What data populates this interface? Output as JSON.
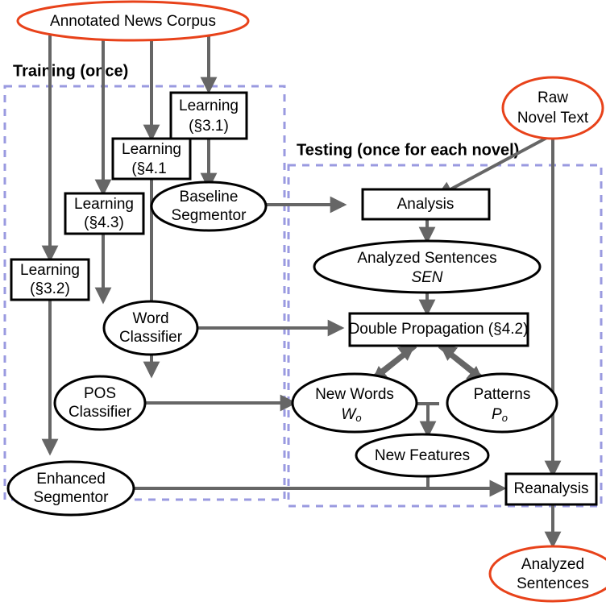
{
  "diagram": {
    "title": "Training and Testing pipeline flowchart",
    "colors": {
      "accent_ellipse_stroke": "#E8421A",
      "region_dash_stroke": "#9A9AE0",
      "edge_stroke": "#666666",
      "node_stroke": "#000000",
      "background": "#FFFFFF"
    },
    "regions": [
      {
        "id": "training",
        "label": "Training (once)"
      },
      {
        "id": "testing",
        "label": "Testing (once for each novel)"
      }
    ],
    "nodes": [
      {
        "id": "annotated-news-corpus",
        "shape": "ellipse",
        "style": "accent",
        "line1": "Annotated News Corpus",
        "line2": ""
      },
      {
        "id": "raw-novel-text",
        "shape": "ellipse",
        "style": "accent",
        "line1": "Raw",
        "line2": "Novel Text"
      },
      {
        "id": "learning-3-1",
        "shape": "box",
        "style": "plain",
        "line1": "Learning",
        "line2": "(§3.1)"
      },
      {
        "id": "learning-4-1",
        "shape": "box",
        "style": "plain",
        "line1": "Learning",
        "line2": "(§4.1"
      },
      {
        "id": "learning-4-3",
        "shape": "box",
        "style": "plain",
        "line1": "Learning",
        "line2": "(§4.3)"
      },
      {
        "id": "learning-3-2",
        "shape": "box",
        "style": "plain",
        "line1": "Learning",
        "line2": "(§3.2)"
      },
      {
        "id": "baseline-segmentor",
        "shape": "ellipse",
        "style": "plain",
        "line1": "Baseline",
        "line2": "Segmentor"
      },
      {
        "id": "word-classifier",
        "shape": "ellipse",
        "style": "plain",
        "line1": "Word",
        "line2": "Classifier"
      },
      {
        "id": "pos-classifier",
        "shape": "ellipse",
        "style": "plain",
        "line1": "POS",
        "line2": "Classifier"
      },
      {
        "id": "enhanced-segmentor",
        "shape": "ellipse",
        "style": "plain",
        "line1": "Enhanced",
        "line2": "Segmentor"
      },
      {
        "id": "analysis",
        "shape": "box",
        "style": "plain",
        "line1": "Analysis",
        "line2": ""
      },
      {
        "id": "analyzed-sentences-sen",
        "shape": "ellipse",
        "style": "plain",
        "line1": "Analyzed Sentences",
        "line2": "SEN"
      },
      {
        "id": "double-propagation",
        "shape": "box",
        "style": "plain",
        "line1": "Double Propagation (§4.2)",
        "line2": ""
      },
      {
        "id": "new-words",
        "shape": "ellipse",
        "style": "plain",
        "line1": "New Words",
        "line2": "W",
        "line2_sub": "o"
      },
      {
        "id": "patterns",
        "shape": "ellipse",
        "style": "plain",
        "line1": "Patterns",
        "line2": "P",
        "line2_sub": "o"
      },
      {
        "id": "new-features",
        "shape": "ellipse",
        "style": "plain",
        "line1": "New Features",
        "line2": ""
      },
      {
        "id": "reanalysis",
        "shape": "box",
        "style": "plain",
        "line1": "Reanalysis",
        "line2": ""
      },
      {
        "id": "analyzed-sentences-output",
        "shape": "ellipse",
        "style": "accent",
        "line1": "Analyzed",
        "line2": "Sentences"
      }
    ],
    "edges": [
      {
        "from": "annotated-news-corpus",
        "to": "learning-3-2"
      },
      {
        "from": "annotated-news-corpus",
        "to": "learning-4-3"
      },
      {
        "from": "annotated-news-corpus",
        "to": "learning-4-1"
      },
      {
        "from": "annotated-news-corpus",
        "to": "learning-3-1"
      },
      {
        "from": "learning-3-1",
        "to": "baseline-segmentor"
      },
      {
        "from": "learning-4-1",
        "to": "pos-classifier"
      },
      {
        "from": "learning-4-3",
        "to": "word-classifier"
      },
      {
        "from": "learning-3-2",
        "to": "enhanced-segmentor"
      },
      {
        "from": "baseline-segmentor",
        "to": "analysis"
      },
      {
        "from": "raw-novel-text",
        "to": "analysis"
      },
      {
        "from": "raw-novel-text",
        "to": "reanalysis"
      },
      {
        "from": "analysis",
        "to": "analyzed-sentences-sen"
      },
      {
        "from": "analyzed-sentences-sen",
        "to": "double-propagation"
      },
      {
        "from": "word-classifier",
        "to": "double-propagation"
      },
      {
        "from": "pos-classifier",
        "to": "new-words"
      },
      {
        "from": "double-propagation",
        "to": "new-words"
      },
      {
        "from": "double-propagation",
        "to": "patterns"
      },
      {
        "from": "new-words",
        "to": "double-propagation"
      },
      {
        "from": "patterns",
        "to": "double-propagation"
      },
      {
        "from": "new-words",
        "to": "new-features"
      },
      {
        "from": "patterns",
        "to": "new-features"
      },
      {
        "from": "new-features",
        "to": "reanalysis"
      },
      {
        "from": "enhanced-segmentor",
        "to": "reanalysis"
      },
      {
        "from": "reanalysis",
        "to": "analyzed-sentences-output"
      }
    ]
  }
}
